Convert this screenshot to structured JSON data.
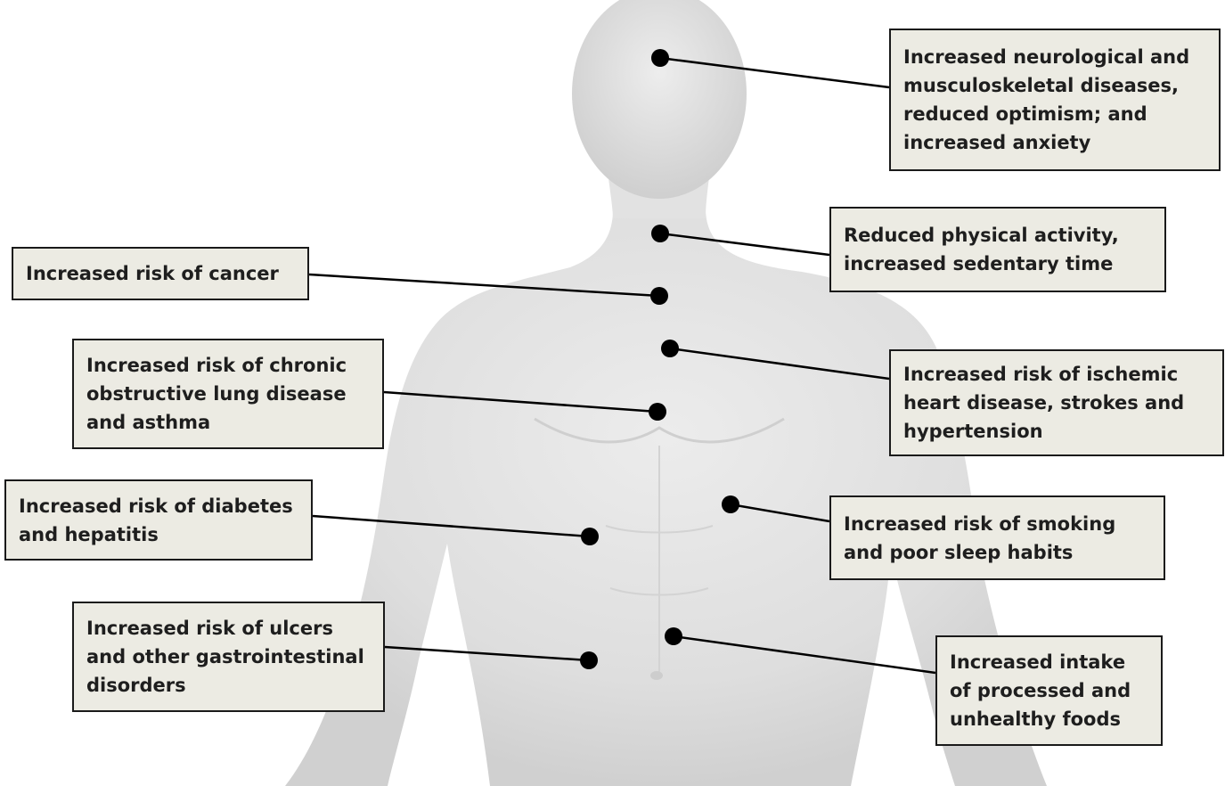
{
  "callouts": [
    {
      "id": "neuro",
      "text": "Increased neurological and musculoskeletal diseases, reduced optimism; and increased anxiety"
    },
    {
      "id": "physical",
      "text": "Reduced physical activity, increased sedentary time"
    },
    {
      "id": "cancer",
      "text": "Increased risk of cancer"
    },
    {
      "id": "lung",
      "text": "Increased risk of chronic obstructive lung disease and asthma"
    },
    {
      "id": "heart",
      "text": "Increased risk of ischemic heart disease, strokes and hypertension"
    },
    {
      "id": "diabetes",
      "text": "Increased risk of diabetes and hepatitis"
    },
    {
      "id": "smoking",
      "text": "Increased risk of smoking and poor sleep habits"
    },
    {
      "id": "ulcers",
      "text": "Increased risk of ulcers and other gastrointestinal disorders"
    },
    {
      "id": "foods",
      "text": "Increased intake of processed and unhealthy foods"
    }
  ],
  "colors": {
    "box_fill": "#ecebe3",
    "box_border": "#1a1a1a",
    "dot": "#000000",
    "body": "#e2e2e2"
  }
}
